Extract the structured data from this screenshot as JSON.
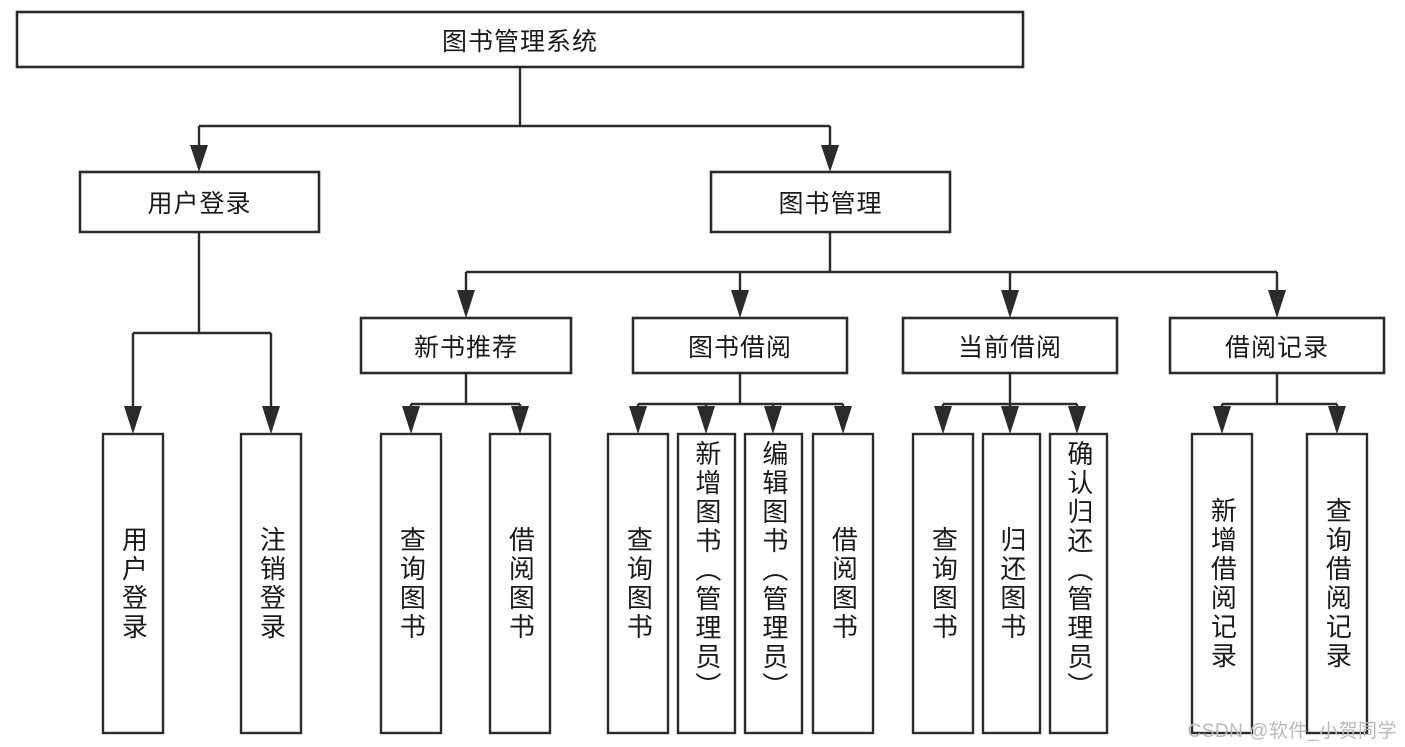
{
  "diagram": {
    "type": "tree",
    "title": "图书管理系统",
    "root": {
      "id": "root",
      "label": "图书管理系统"
    },
    "level1": [
      {
        "id": "user-login",
        "label": "用户登录"
      },
      {
        "id": "book-management",
        "label": "图书管理"
      }
    ],
    "level2": [
      {
        "id": "new-book-recommend",
        "label": "新书推荐",
        "parent": "book-management"
      },
      {
        "id": "book-borrow",
        "label": "图书借阅",
        "parent": "book-management"
      },
      {
        "id": "current-borrow",
        "label": "当前借阅",
        "parent": "book-management"
      },
      {
        "id": "borrow-record",
        "label": "借阅记录",
        "parent": "book-management"
      }
    ],
    "leaves": [
      {
        "id": "leaf-user-login",
        "label": "用户登录",
        "parent": "user-login"
      },
      {
        "id": "leaf-logout",
        "label": "注销登录",
        "parent": "user-login"
      },
      {
        "id": "leaf-query-book-1",
        "label": "查询图书",
        "parent": "new-book-recommend"
      },
      {
        "id": "leaf-borrow-book-1",
        "label": "借阅图书",
        "parent": "new-book-recommend"
      },
      {
        "id": "leaf-query-book-2",
        "label": "查询图书",
        "parent": "book-borrow"
      },
      {
        "id": "leaf-add-book",
        "label": "新增图书（管理员）",
        "parent": "book-borrow"
      },
      {
        "id": "leaf-edit-book",
        "label": "编辑图书（管理员）",
        "parent": "book-borrow"
      },
      {
        "id": "leaf-borrow-book-2",
        "label": "借阅图书",
        "parent": "book-borrow"
      },
      {
        "id": "leaf-query-book-3",
        "label": "查询图书",
        "parent": "current-borrow"
      },
      {
        "id": "leaf-return-book",
        "label": "归还图书",
        "parent": "current-borrow"
      },
      {
        "id": "leaf-confirm-return",
        "label": "确认归还（管理员）",
        "parent": "current-borrow"
      },
      {
        "id": "leaf-add-record",
        "label": "新增借阅记录",
        "parent": "borrow-record"
      },
      {
        "id": "leaf-query-record",
        "label": "查询借阅记录",
        "parent": "borrow-record"
      }
    ],
    "colors": {
      "box_stroke": "#2b2b2b",
      "box_fill": "#ffffff",
      "connector": "#2b2b2b",
      "text": "#1a1a1a",
      "background": "#ffffff",
      "watermark": "#b9b9b9"
    }
  },
  "watermark": {
    "text": "CSDN @软件_小贺同学"
  }
}
